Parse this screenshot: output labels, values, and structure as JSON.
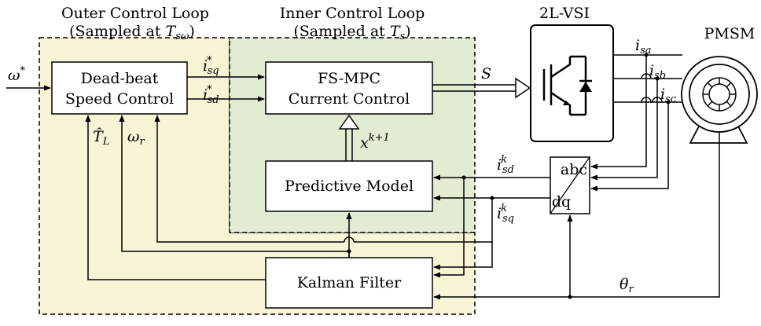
{
  "outer_loop": {
    "title_line1": "Outer Control Loop",
    "title_line2_prefix": "(Sampled at ",
    "title_line2_sym": "T",
    "title_line2_sub": "sω",
    "title_line2_suffix": ")",
    "fill": "#f7f5d6"
  },
  "inner_loop": {
    "title_line1": "Inner Control Loop",
    "title_line2_prefix": "(Sampled at ",
    "title_line2_sym": "T",
    "title_line2_sub": "s",
    "title_line2_suffix": ")",
    "fill": "#e2ecd2"
  },
  "blocks": {
    "speed_control_line1": "Dead-beat",
    "speed_control_line2": "Speed Control",
    "mpc_line1": "FS-MPC",
    "mpc_line2": "Current Control",
    "predictive_model": "Predictive Model",
    "kalman_filter": "Kalman Filter",
    "inverter": "2L-VSI",
    "motor": "PMSM",
    "transform_top": "abc",
    "transform_bottom": "dq"
  },
  "signals": {
    "omega_ref": "ω",
    "omega_ref_sup": "*",
    "isq_ref": "i",
    "isq_ref_sub": "sq",
    "isq_ref_sup": "*",
    "isd_ref": "i",
    "isd_ref_sub": "sd",
    "isd_ref_sup": "*",
    "switch_state": "S",
    "x_pred": "x",
    "x_pred_sup": "k+1",
    "TL_hat": "T̂",
    "TL_hat_sub": "L",
    "omega_r": "ω",
    "omega_r_sub": "r",
    "isa": "i",
    "isa_sub": "sa",
    "isb": "i",
    "isb_sub": "sb",
    "isc": "i",
    "isc_sub": "sc",
    "isd_k": "i",
    "isd_k_sub": "sd",
    "isd_k_sup": "k",
    "isq_k": "i",
    "isq_k_sub": "sq",
    "isq_k_sup": "k",
    "theta_r": "θ",
    "theta_r_sub": "r"
  }
}
